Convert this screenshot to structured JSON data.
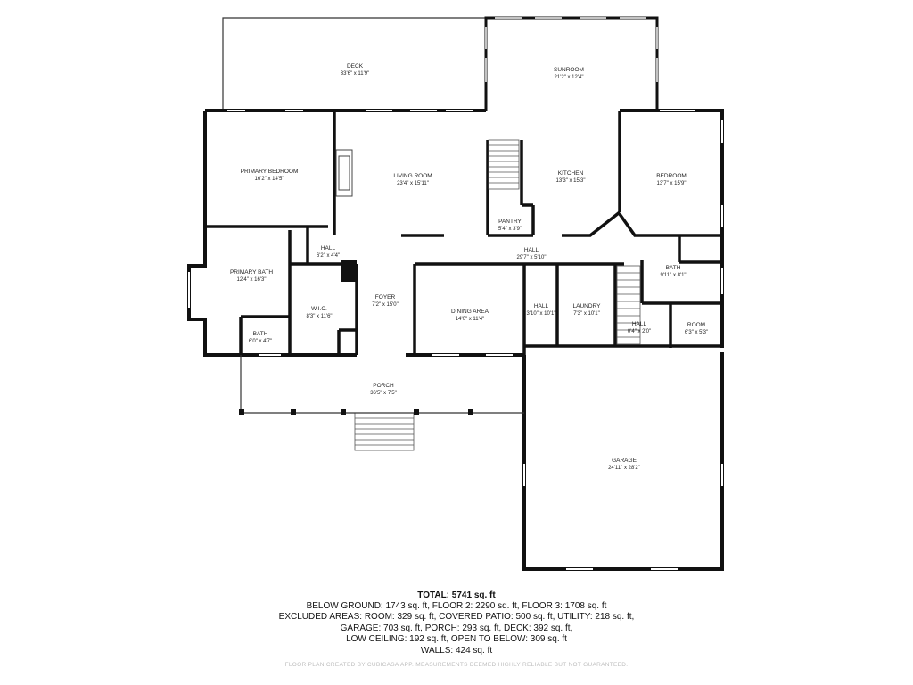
{
  "rooms": [
    {
      "id": "deck",
      "name": "DECK",
      "dims": "33'6\" x 11'9\""
    },
    {
      "id": "sunroom",
      "name": "SUNROOM",
      "dims": "21'2\" x 12'4\""
    },
    {
      "id": "primary-bedroom",
      "name": "PRIMARY BEDROOM",
      "dims": "16'2\" x 14'5\""
    },
    {
      "id": "living-room",
      "name": "LIVING ROOM",
      "dims": "23'4\" x 15'11\""
    },
    {
      "id": "kitchen",
      "name": "KITCHEN",
      "dims": "13'3\" x 15'3\""
    },
    {
      "id": "bedroom",
      "name": "BEDROOM",
      "dims": "13'7\" x 15'9\""
    },
    {
      "id": "pantry",
      "name": "PANTRY",
      "dims": "5'4\" x 3'9\""
    },
    {
      "id": "hall-1",
      "name": "HALL",
      "dims": "6'2\" x 4'4\""
    },
    {
      "id": "hall-main",
      "name": "HALL",
      "dims": "29'7\" x 5'10\""
    },
    {
      "id": "primary-bath",
      "name": "PRIMARY BATH",
      "dims": "12'4\" x 16'3\""
    },
    {
      "id": "bath-2",
      "name": "BATH",
      "dims": "9'11\" x 8'1\""
    },
    {
      "id": "wic",
      "name": "W.I.C.",
      "dims": "8'3\" x 11'6\""
    },
    {
      "id": "foyer",
      "name": "FOYER",
      "dims": "7'2\" x 15'0\""
    },
    {
      "id": "dining-area",
      "name": "DINING AREA",
      "dims": "14'0\" x 11'4\""
    },
    {
      "id": "hall-2",
      "name": "HALL",
      "dims": "3'10\" x 10'1\""
    },
    {
      "id": "laundry",
      "name": "LAUNDRY",
      "dims": "7'3\" x 10'1\""
    },
    {
      "id": "hall-3",
      "name": "HALL",
      "dims": "0'4\" x 2'0\""
    },
    {
      "id": "room",
      "name": "ROOM",
      "dims": "6'3\" x 5'3\""
    },
    {
      "id": "bath-1",
      "name": "BATH",
      "dims": "6'0\" x 4'7\""
    },
    {
      "id": "porch",
      "name": "PORCH",
      "dims": "36'5\" x 7'5\""
    },
    {
      "id": "garage",
      "name": "GARAGE",
      "dims": "24'11\" x 28'2\""
    }
  ],
  "summary": {
    "total": "TOTAL: 5741 sq. ft",
    "lines": [
      "BELOW GROUND: 1743 sq. ft, FLOOR 2: 2290 sq. ft, FLOOR 3: 1708 sq. ft",
      "EXCLUDED AREAS: ROOM: 329 sq. ft, COVERED PATIO: 500 sq. ft, UTILITY: 218 sq. ft,",
      "GARAGE: 703 sq. ft, PORCH: 293 sq. ft, DECK: 392 sq. ft,",
      "LOW CEILING: 192 sq. ft, OPEN TO BELOW: 309 sq. ft",
      "WALLS: 424 sq. ft"
    ]
  },
  "footer": "FLOOR PLAN CREATED BY CUBICASA APP. MEASUREMENTS DEEMED HIGHLY RELIABLE BUT NOT GUARANTEED."
}
